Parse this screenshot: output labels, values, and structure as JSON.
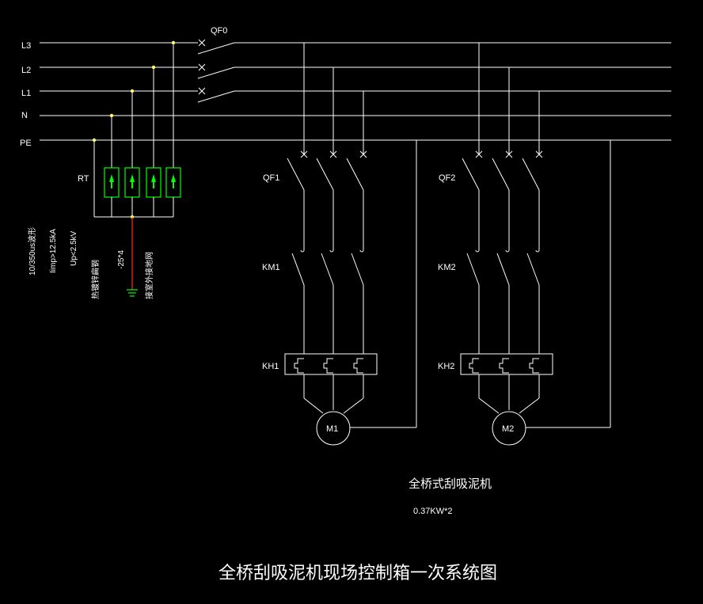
{
  "buses": {
    "L3": "L3",
    "L2": "L2",
    "L1": "L1",
    "N": "N",
    "PE": "PE"
  },
  "breakers": {
    "main": "QF0",
    "qf1": "QF1",
    "qf2": "QF2"
  },
  "contactors": {
    "km1": "KM1",
    "km2": "KM2"
  },
  "overloads": {
    "kh1": "KH1",
    "kh2": "KH2"
  },
  "motors": {
    "m1": "M1",
    "m2": "M2"
  },
  "spd": {
    "label": "RT",
    "spec_lines": [
      "10/350us波形",
      "Iimp>12.5kA",
      "Up<2.5kV"
    ],
    "ground_lines": [
      "热镀锌扁钢",
      "-25*4",
      "接室外接地网"
    ]
  },
  "equipment": {
    "name": "全桥式刮吸泥机",
    "power": "0.37KW*2"
  },
  "title": "全桥刮吸泥机现场控制箱一次系统图",
  "colors": {
    "background": "#000000",
    "wire": "#ffffff",
    "spd": "#00ff00",
    "ground": "#ff2a2a",
    "junction": "#ffff66"
  }
}
